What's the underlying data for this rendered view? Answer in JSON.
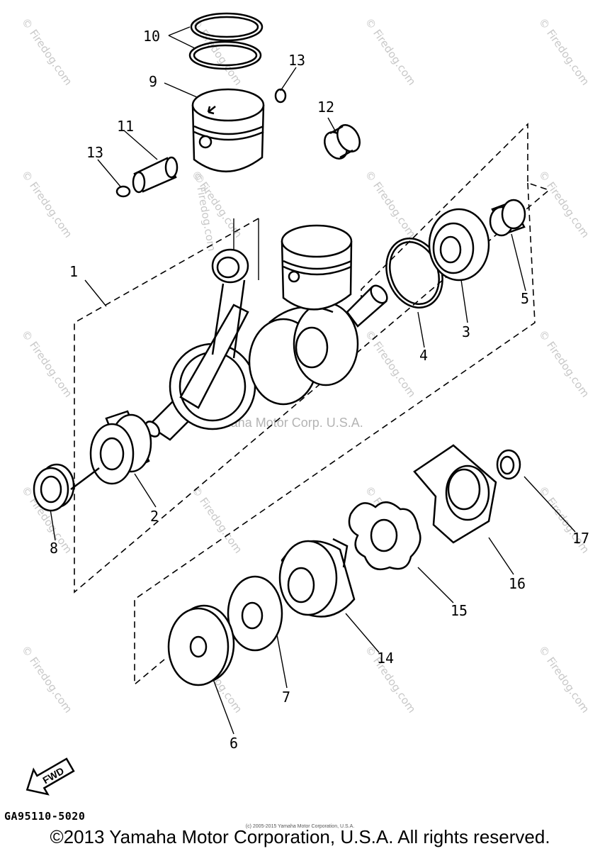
{
  "diagram": {
    "callouts": [
      "1",
      "2",
      "3",
      "4",
      "5",
      "6",
      "7",
      "8",
      "9",
      "10",
      "11",
      "12",
      "13",
      "13",
      "14",
      "15",
      "16",
      "17"
    ],
    "watermark_corner": "© Firedog.com",
    "watermark_center": "Yamaha Motor Corp. U.S.A.",
    "fwd_label": "FWD"
  },
  "footer": {
    "code": "GA95110-5020",
    "fineprint": "(c) 2005-2015 Yamaha Motor Corporation, U.S.A.",
    "copyright": "©2013 Yamaha Motor Corporation, U.S.A. All rights reserved."
  }
}
